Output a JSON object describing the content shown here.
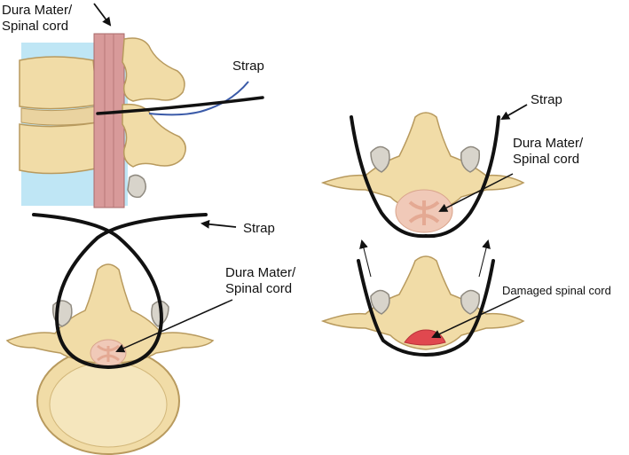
{
  "labels": {
    "top_left_dura": [
      "Dura Mater/",
      "Spinal cord"
    ],
    "strap_top": "Strap",
    "strap_middle": "Strap",
    "bottom_left_dura": [
      "Dura Mater/",
      "Spinal cord"
    ],
    "strap_right": "Strap",
    "right_dura": [
      "Dura Mater/",
      "Spinal cord"
    ],
    "damaged": "Damaged spinal cord"
  },
  "colors": {
    "bone_fill": "#f1dca7",
    "bone_stroke": "#b89a5e",
    "disc": "#ead3a0",
    "csf_blue": "#bfe6f5",
    "dura": "#d89a9a",
    "cord": "#f0c9b8",
    "cord_grey": "#e4a993",
    "facet": "#d8d4cb",
    "strap": "#111111",
    "nerve": "#3a5aa8",
    "damage": "#e0484f"
  }
}
